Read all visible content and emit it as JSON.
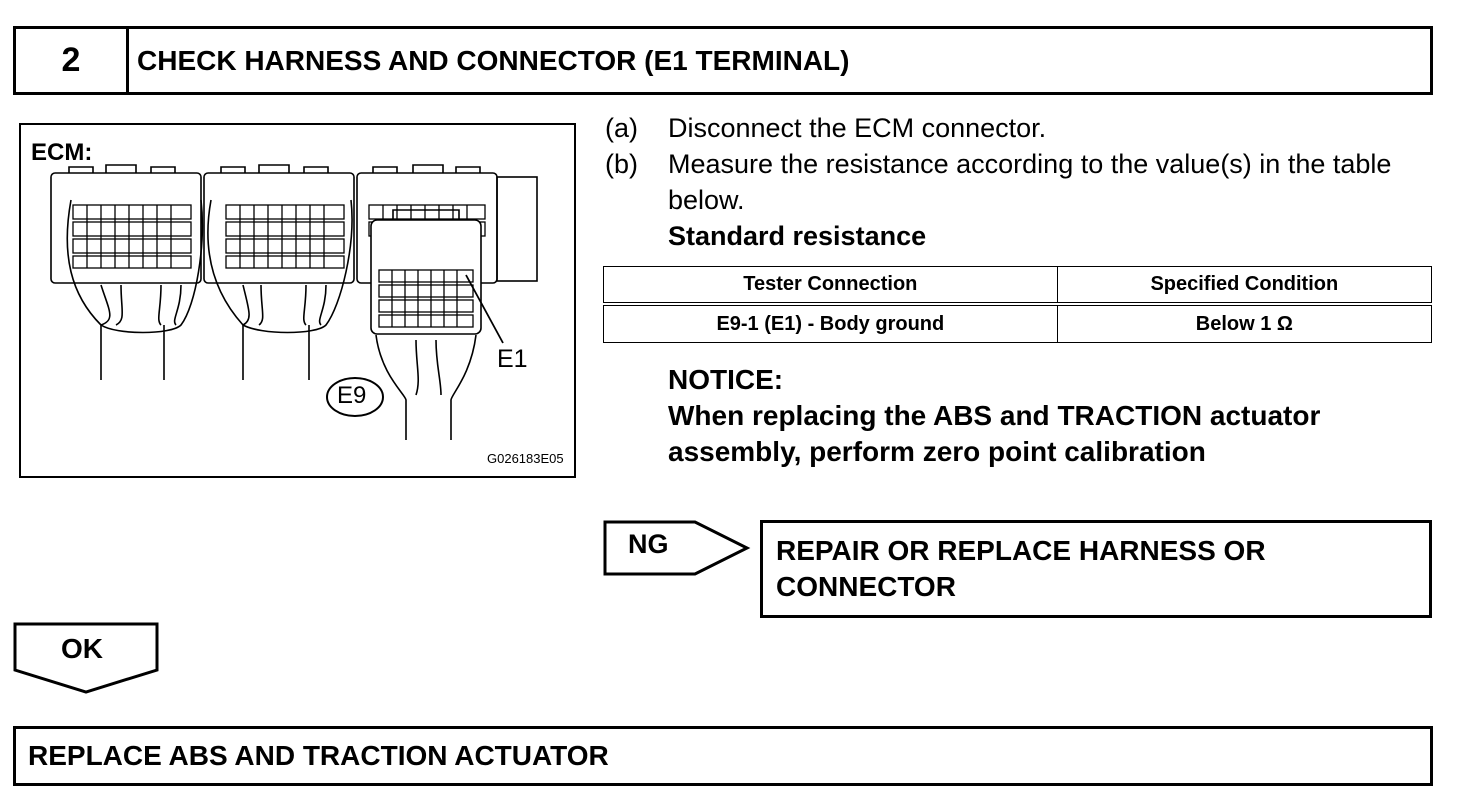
{
  "header": {
    "step_number": "2",
    "title": "CHECK HARNESS AND CONNECTOR (E1 TERMINAL)"
  },
  "figure": {
    "ecm_label": "ECM:",
    "connector_label": "E9",
    "terminal_label": "E1",
    "figure_code": "G026183E05"
  },
  "steps": [
    {
      "label": "(a)",
      "text": "Disconnect the ECM connector."
    },
    {
      "label": "(b)",
      "text": "Measure the resistance according to the value(s) in the table below."
    }
  ],
  "standard_heading": "Standard resistance",
  "table": {
    "headers": [
      "Tester Connection",
      "Specified Condition"
    ],
    "rows": [
      [
        "E9-1 (E1) - Body ground",
        "Below 1 Ω"
      ]
    ]
  },
  "notice": {
    "heading": "NOTICE:",
    "text": "When replacing the ABS and TRACTION actuator assembly, perform zero point calibration"
  },
  "ng": {
    "label": "NG",
    "result": "REPAIR OR REPLACE HARNESS OR CONNECTOR"
  },
  "ok": {
    "label": "OK",
    "result": "REPLACE ABS AND TRACTION ACTUATOR"
  }
}
